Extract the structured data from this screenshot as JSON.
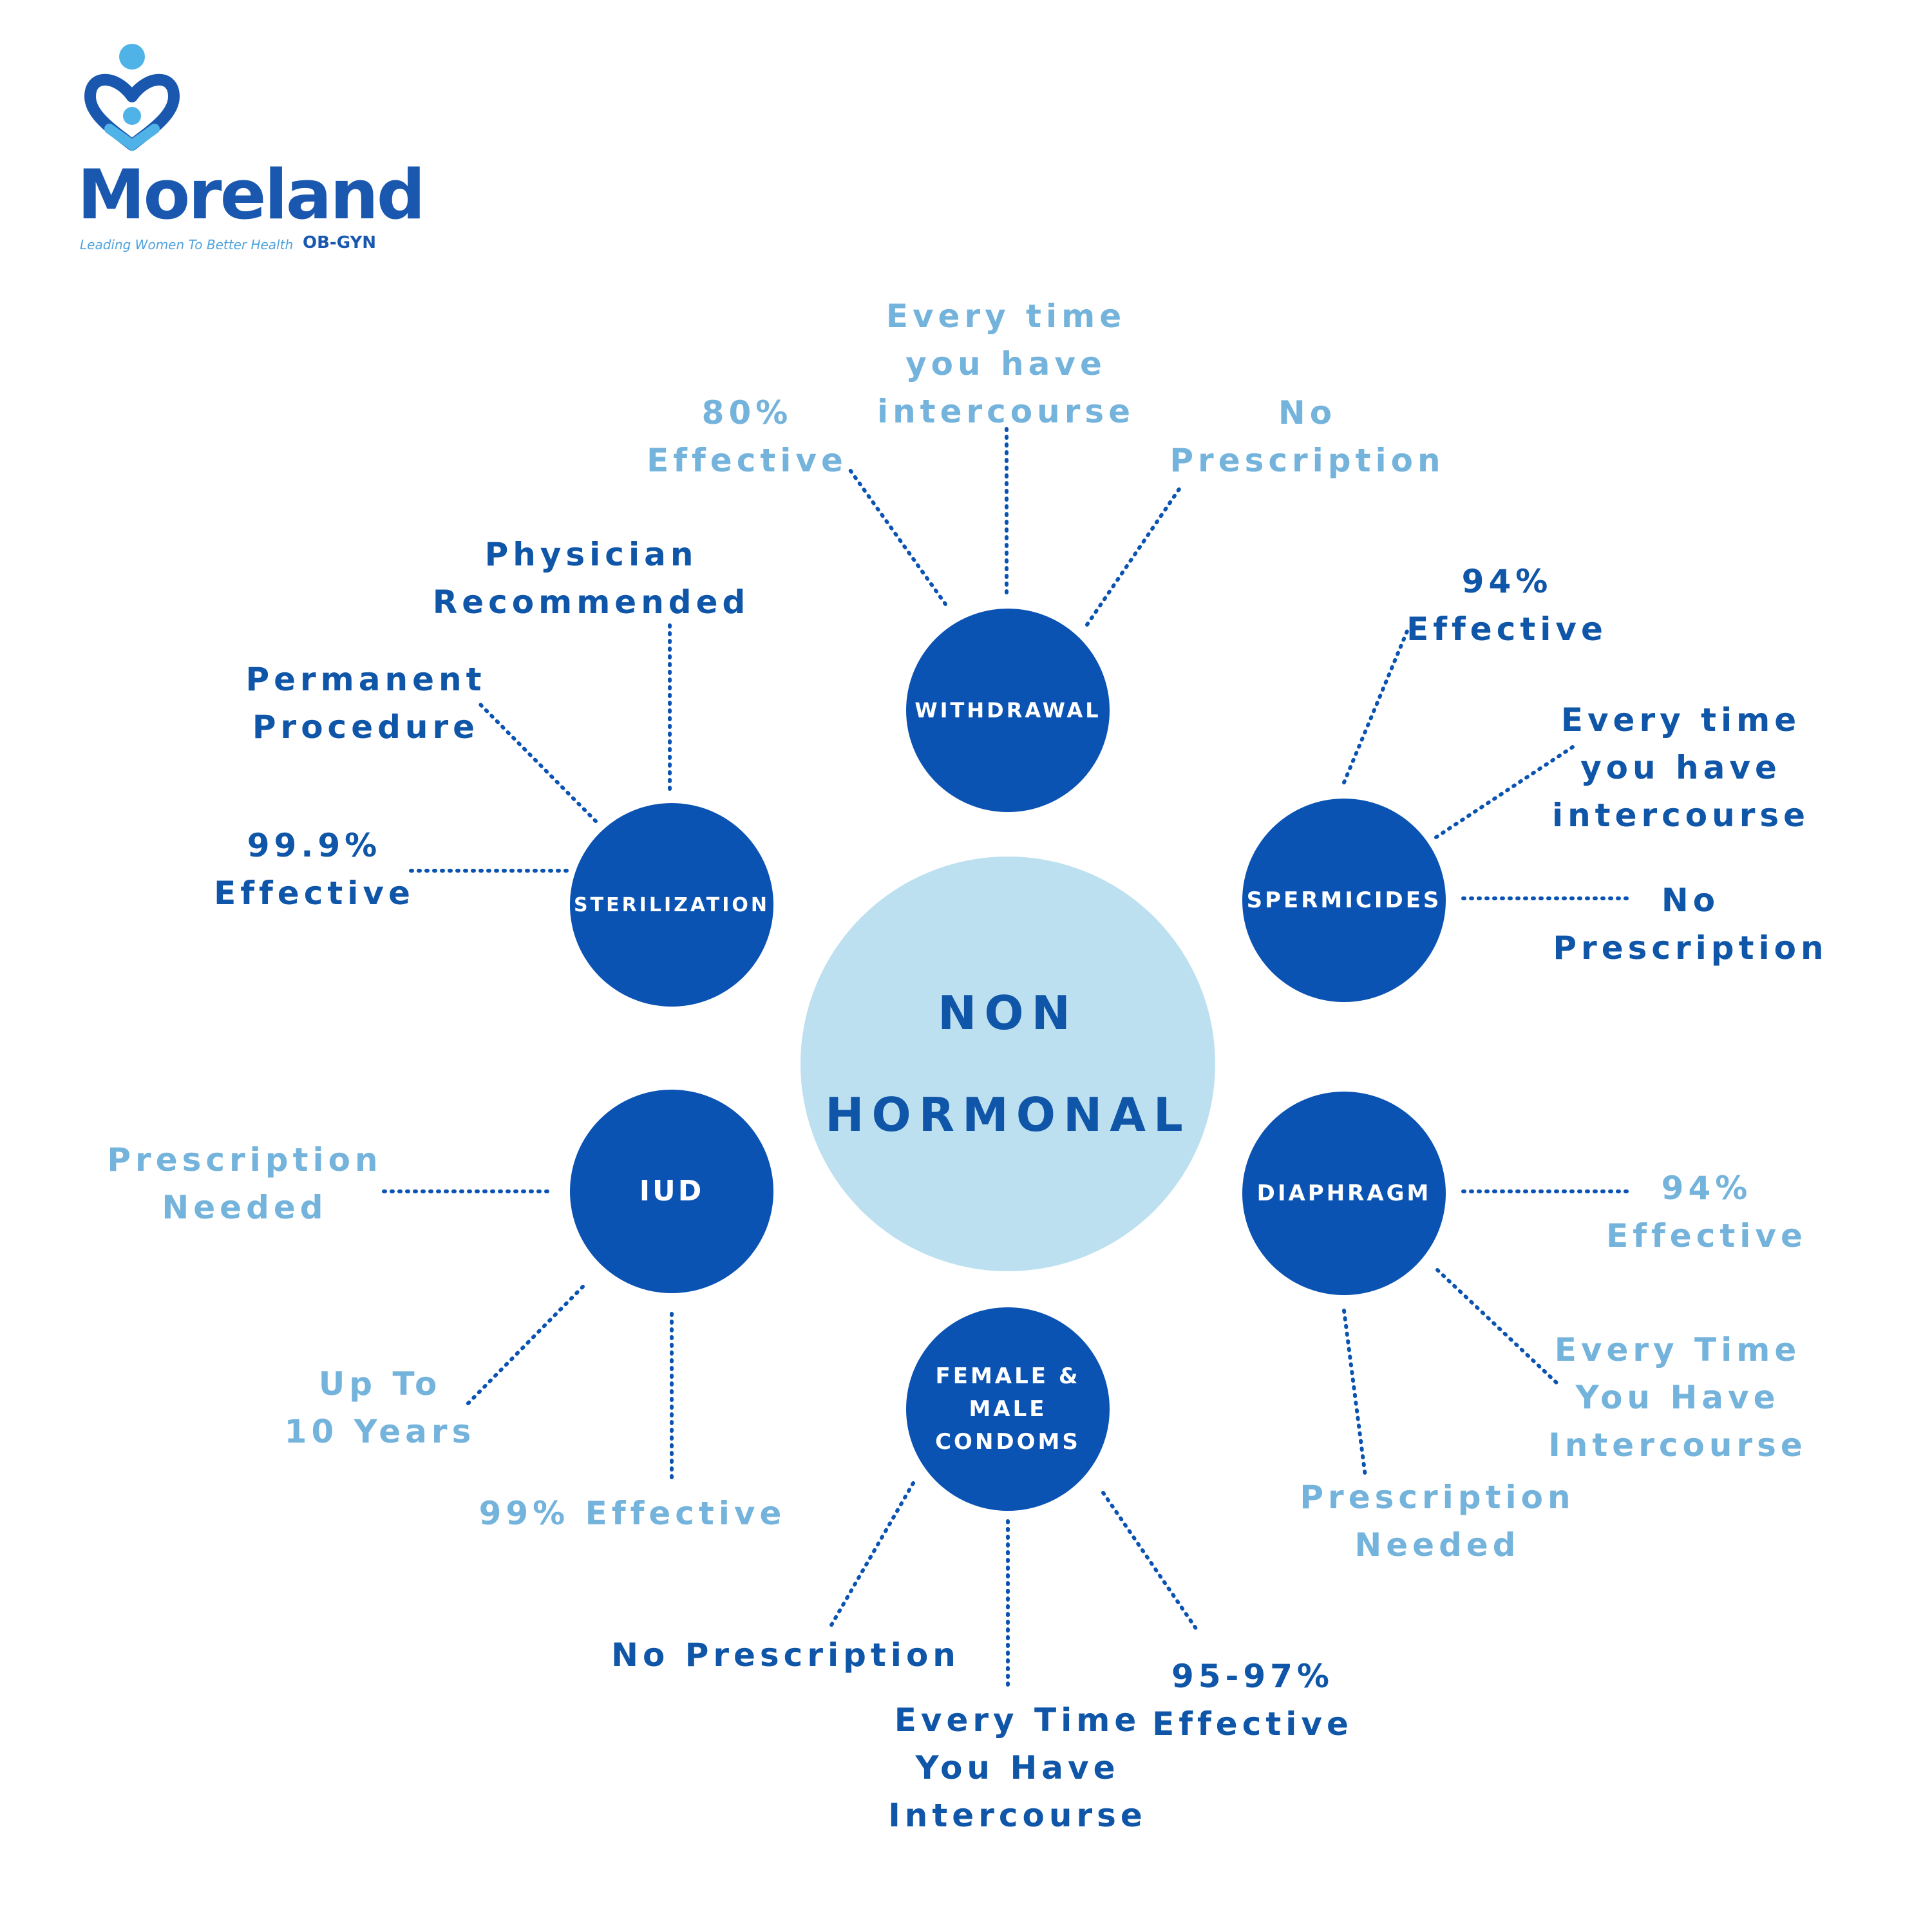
{
  "logo": {
    "name": "Moreland",
    "tagline": "Leading Women To Better Health",
    "suffix": "OB-GYN"
  },
  "colors": {
    "dark_blue": "#0f56a8",
    "node_blue": "#0a53b3",
    "light_blue": "#74b3db",
    "center_fill": "#bde0f0"
  },
  "center": {
    "label": "NON\nHORMONAL"
  },
  "methods": [
    {
      "id": "withdrawal",
      "label": "WITHDRAWAL",
      "facts": [
        {
          "text": "80%\nEffective",
          "tone": "light"
        },
        {
          "text": "Every time\nyou have\nintercourse",
          "tone": "light"
        },
        {
          "text": "No\nPrescription",
          "tone": "light"
        }
      ]
    },
    {
      "id": "sterilization",
      "label": "STERILIZATION",
      "facts": [
        {
          "text": "Physician\nRecommended",
          "tone": "dark"
        },
        {
          "text": "Permanent\nProcedure",
          "tone": "dark"
        },
        {
          "text": "99.9%\nEffective",
          "tone": "dark"
        }
      ]
    },
    {
      "id": "spermicides",
      "label": "SPERMICIDES",
      "facts": [
        {
          "text": "94%\nEffective",
          "tone": "dark"
        },
        {
          "text": "Every time\nyou have\nintercourse",
          "tone": "dark"
        },
        {
          "text": "No\nPrescription",
          "tone": "dark"
        }
      ]
    },
    {
      "id": "iud",
      "label": "IUD",
      "facts": [
        {
          "text": "Prescription\nNeeded",
          "tone": "light"
        },
        {
          "text": "Up To\n10 Years",
          "tone": "light"
        },
        {
          "text": "99% Effective",
          "tone": "light"
        }
      ]
    },
    {
      "id": "diaphragm",
      "label": "DIAPHRAGM",
      "facts": [
        {
          "text": "94%\nEffective",
          "tone": "light"
        },
        {
          "text": "Every Time\nYou Have\nIntercourse",
          "tone": "light"
        },
        {
          "text": "Prescription\nNeeded",
          "tone": "light"
        }
      ]
    },
    {
      "id": "condoms",
      "label": "FEMALE &\nMALE\nCONDOMS",
      "facts": [
        {
          "text": "No Prescription",
          "tone": "dark"
        },
        {
          "text": "Every Time\nYou Have\nIntercourse",
          "tone": "dark"
        },
        {
          "text": "95-97%\nEffective",
          "tone": "dark"
        }
      ]
    }
  ]
}
